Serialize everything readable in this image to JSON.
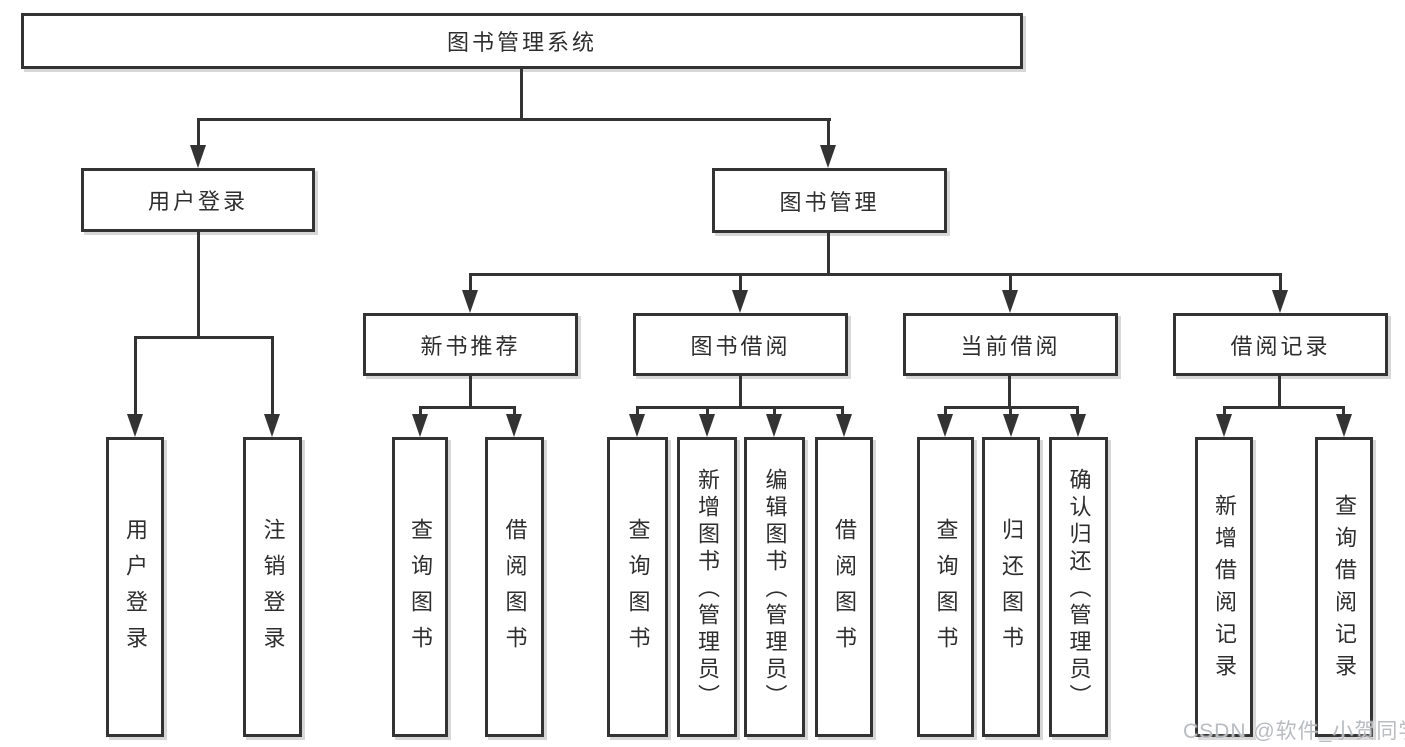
{
  "diagram": {
    "root": {
      "label": "图书管理系统"
    },
    "branches": [
      {
        "label": "用户登录",
        "leaves": [
          {
            "label": "用户登录"
          },
          {
            "label": "注销登录"
          }
        ]
      },
      {
        "label": "图书管理",
        "groups": [
          {
            "label": "新书推荐",
            "leaves": [
              {
                "label": "查询图书"
              },
              {
                "label": "借阅图书"
              }
            ]
          },
          {
            "label": "图书借阅",
            "leaves": [
              {
                "label": "查询图书"
              },
              {
                "label": "新增图书（管理员）"
              },
              {
                "label": "编辑图书（管理员）"
              },
              {
                "label": "借阅图书"
              }
            ]
          },
          {
            "label": "当前借阅",
            "leaves": [
              {
                "label": "查询图书"
              },
              {
                "label": "归还图书"
              },
              {
                "label": "确认归还（管理员）"
              }
            ]
          },
          {
            "label": "借阅记录",
            "leaves": [
              {
                "label": "新增借阅记录"
              },
              {
                "label": "查询借阅记录"
              }
            ]
          }
        ]
      }
    ]
  },
  "watermark": {
    "text": "CSDN @软件_小贺同学"
  },
  "colors": {
    "line": "#333333",
    "text": "#2e2e2e",
    "watermark": "#b9bcc0",
    "background": "#ffffff"
  }
}
